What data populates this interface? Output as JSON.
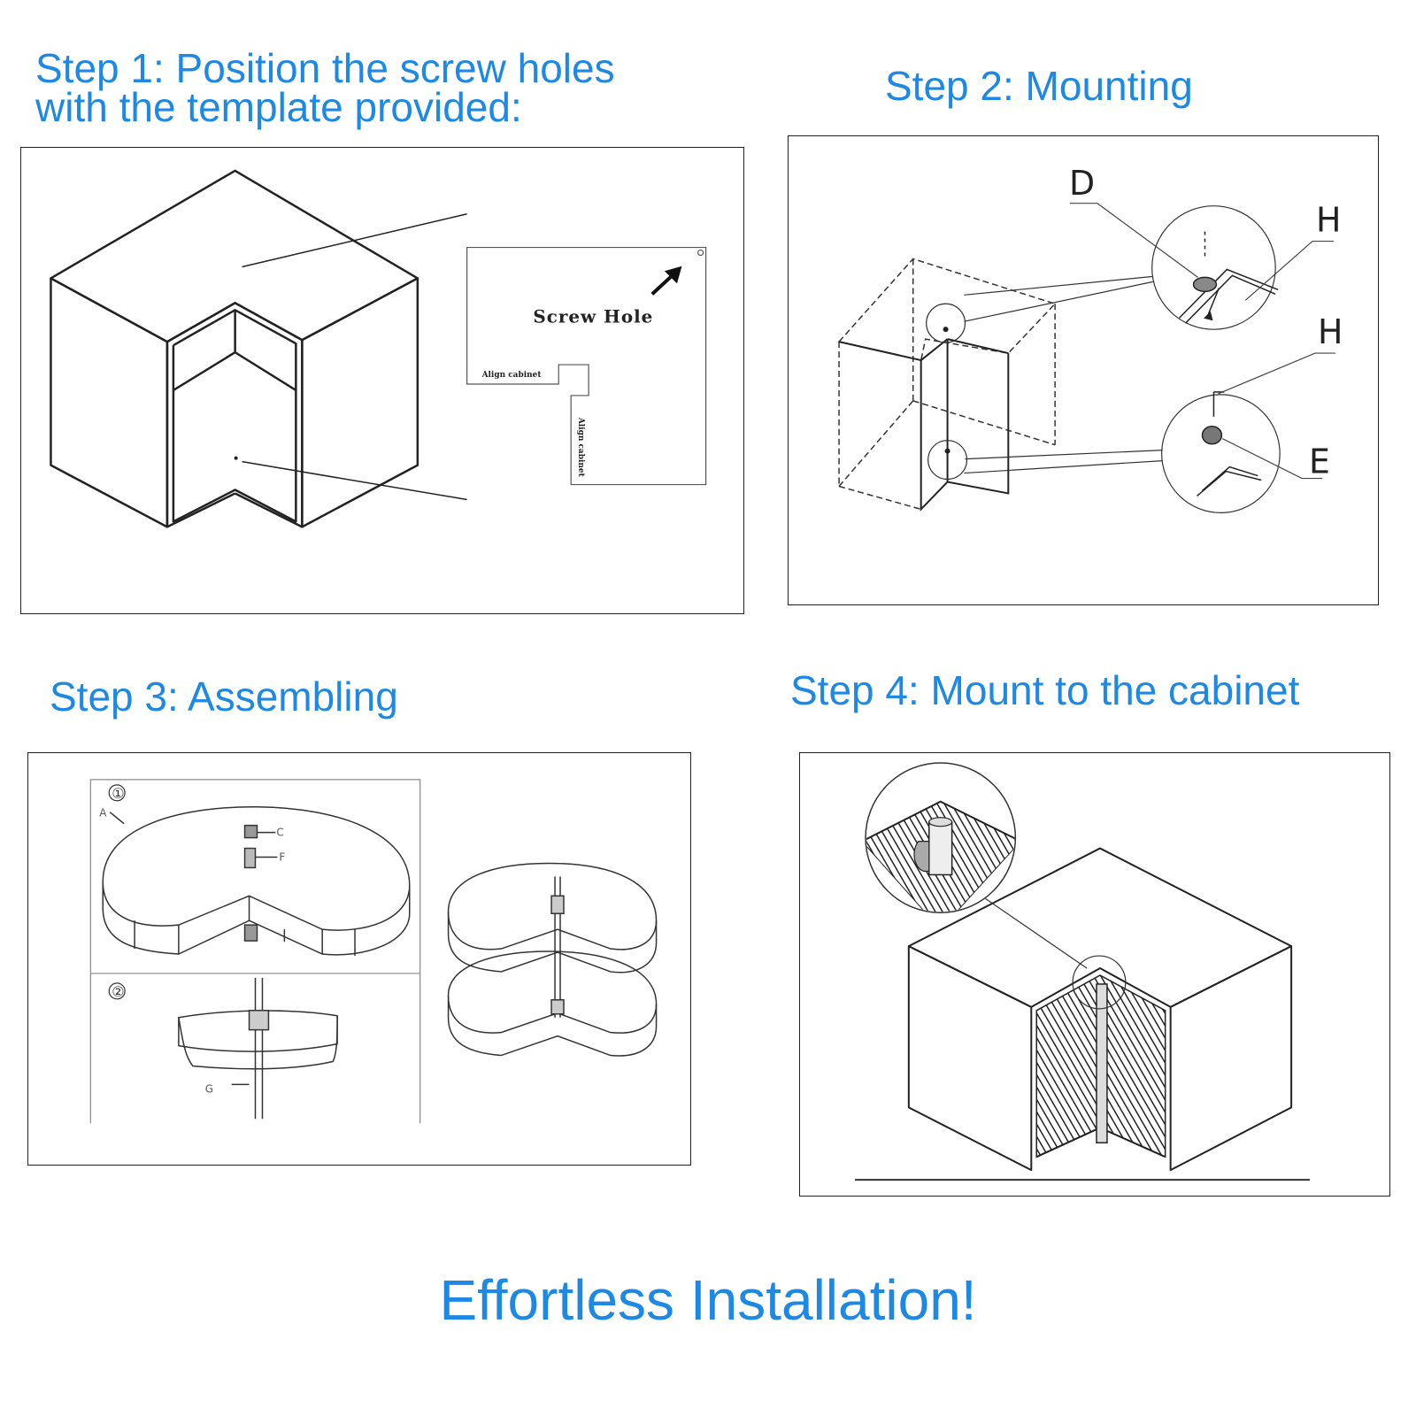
{
  "step1": {
    "title_line1": "Step 1: Position the screw holes",
    "title_line2": "with the template provided:",
    "template_label": "Screw Hole",
    "align_label_horizontal": "Align cabinet",
    "align_label_vertical": "Align cabinet"
  },
  "step2": {
    "title": "Step 2: Mounting",
    "callout_d": "D",
    "callout_h_top": "H",
    "callout_h_bottom": "H",
    "callout_e": "E"
  },
  "step3": {
    "title": "Step 3: Assembling",
    "sub1_number": "①",
    "sub2_number": "②",
    "part_a": "A",
    "part_c": "C",
    "part_f": "F",
    "part_g": "G"
  },
  "step4": {
    "title": "Step 4: Mount to the cabinet"
  },
  "footer": {
    "text": "Effortless Installation!"
  },
  "colors": {
    "heading_blue": "#1e88e5",
    "line_dark": "#222222"
  }
}
